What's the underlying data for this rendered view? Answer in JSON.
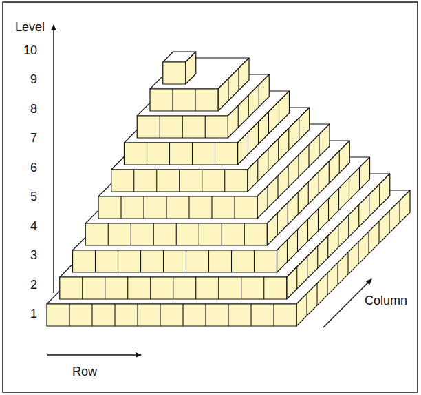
{
  "diagram": {
    "labels": [
      "Level",
      "10",
      "9",
      "8",
      "7",
      "6",
      "5",
      "4",
      "3",
      "2",
      "1",
      "Row",
      "Column"
    ]
  }
}
